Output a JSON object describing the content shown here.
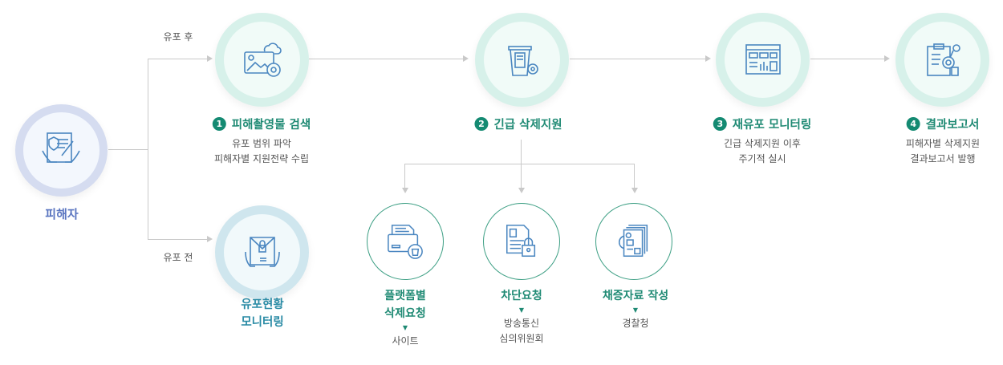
{
  "victim": {
    "label": "피해자",
    "icon": "victim-document-icon"
  },
  "branches": {
    "after": "유포 후",
    "before": "유포 전"
  },
  "steps": [
    {
      "num": "1",
      "title": "피해촬영물 검색",
      "lines": [
        "유포 범위 파악",
        "피해자별 지원전략 수립"
      ],
      "icon": "image-search-gear-icon"
    },
    {
      "num": "2",
      "title": "긴급 삭제지원",
      "lines": [],
      "icon": "trash-document-gear-icon"
    },
    {
      "num": "3",
      "title": "재유포 모니터링",
      "lines": [
        "긴급 삭제지원 이후",
        "주기적 실시"
      ],
      "icon": "monitoring-dashboard-icon"
    },
    {
      "num": "4",
      "title": "결과보고서",
      "lines": [
        "피해자별 삭제지원",
        "결과보고서 발행"
      ],
      "icon": "report-clipboard-icon"
    }
  ],
  "monitoring": {
    "lines": [
      "유포현황",
      "모니터링"
    ],
    "icon": "locked-folder-icon"
  },
  "substeps": [
    {
      "title": [
        "플랫폼별",
        "삭제요청"
      ],
      "marker": "▼",
      "lines": [
        "사이트"
      ],
      "icon": "folder-trash-icon"
    },
    {
      "title": [
        "차단요청"
      ],
      "marker": "▼",
      "lines": [
        "방송통신",
        "심의위원회"
      ],
      "icon": "document-lock-icon"
    },
    {
      "title": [
        "채증자료 작성"
      ],
      "marker": "▼",
      "lines": [
        "경찰청"
      ],
      "icon": "evidence-documents-icon"
    }
  ],
  "colors": {
    "accent": "#148a72",
    "victim": "#5a75c0",
    "monitor": "#2a8ba5"
  }
}
